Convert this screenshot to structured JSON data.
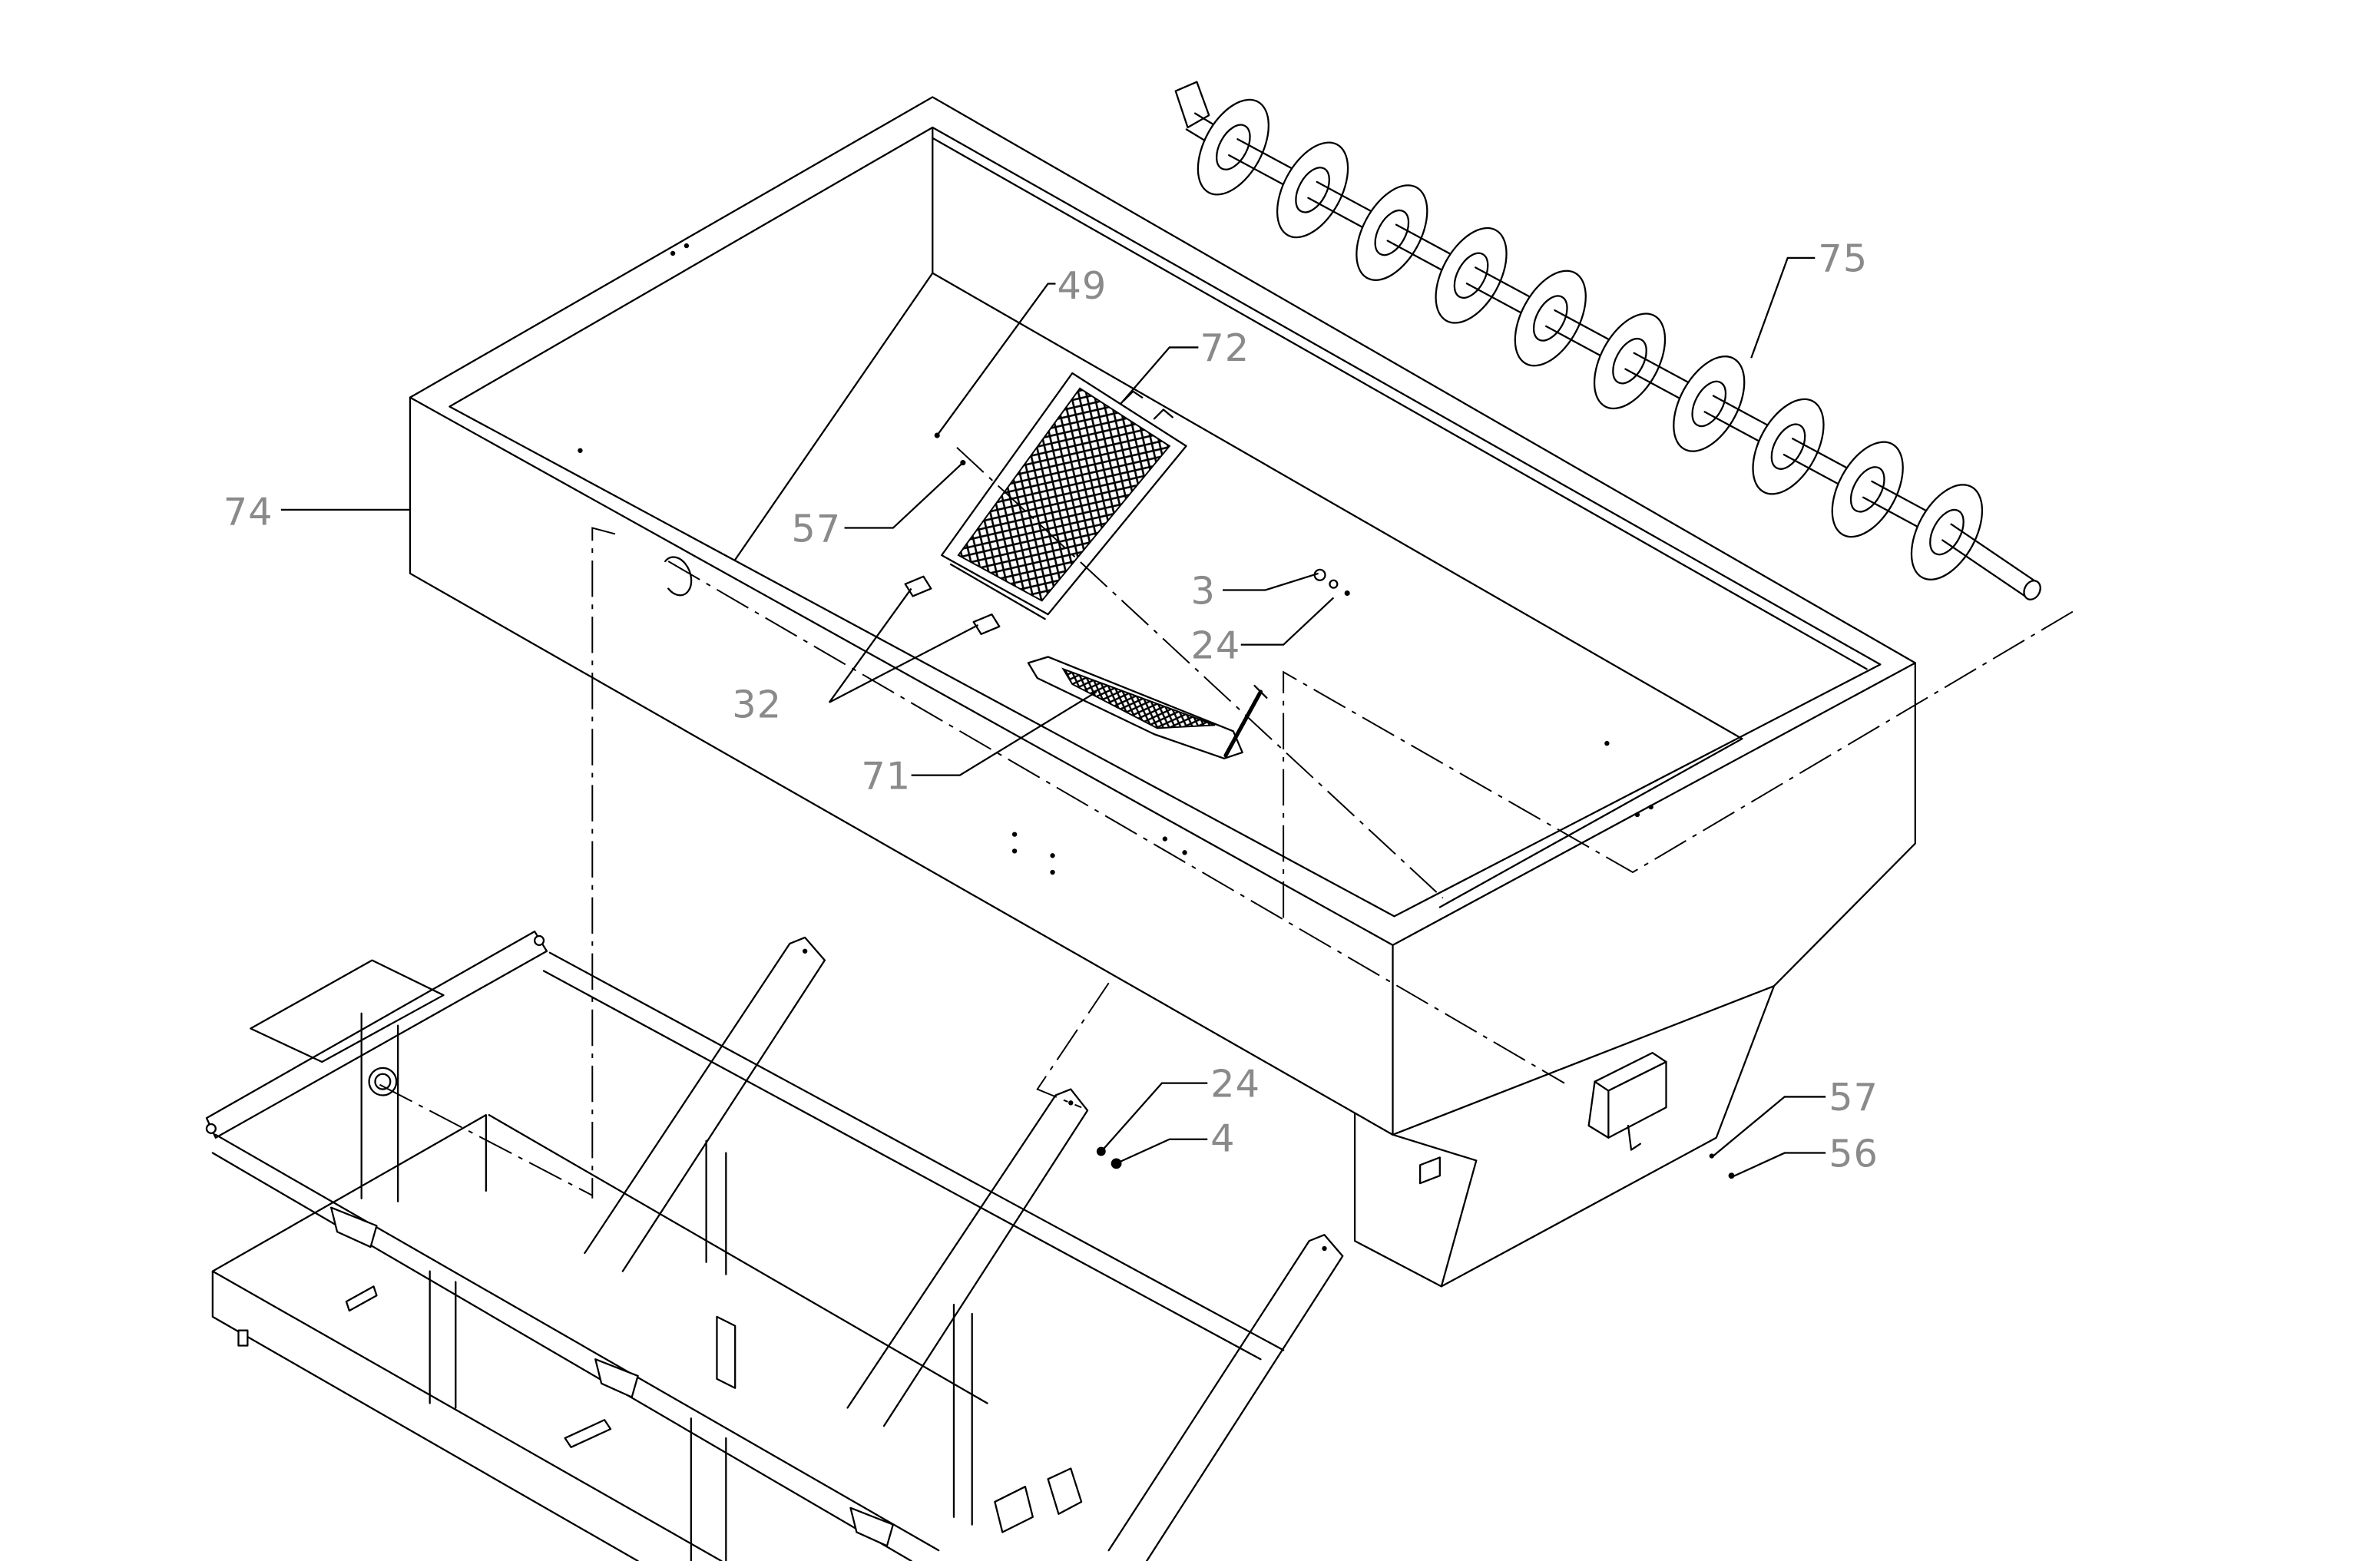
{
  "colors": {
    "background": "#ffffff",
    "line": "#000000",
    "label": "#8a8a8a"
  },
  "callouts": [
    "74",
    "49",
    "72",
    "57",
    "3",
    "24",
    "32",
    "71",
    "75",
    "24",
    "4",
    "57",
    "56"
  ]
}
